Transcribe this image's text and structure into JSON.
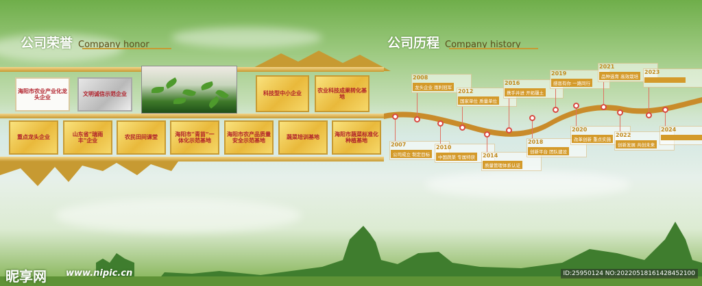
{
  "honor": {
    "title_cn": "公司荣誉",
    "title_en": "Company honor",
    "row1": [
      {
        "text": "海阳市农业产业化龙头企业",
        "style": "white"
      },
      {
        "text": "文明诚信示范企业",
        "style": "silver"
      },
      {
        "text": "科技型中小企业",
        "style": "gold"
      },
      {
        "text": "农业科技成果转化基地",
        "style": "gold"
      }
    ],
    "row2": [
      {
        "text": "重点龙头企业",
        "style": "gold"
      },
      {
        "text": "山东省“瑞雨丰”企业",
        "style": "gold"
      },
      {
        "text": "农民田间课堂",
        "style": "gold"
      },
      {
        "text": "海阳市“青苗”一体化示范基地",
        "style": "gold"
      },
      {
        "text": "海阳市农产品质量安全示范基地",
        "style": "gold"
      },
      {
        "text": "蔬菜培训基地",
        "style": "gold"
      },
      {
        "text": "海阳市蔬菜标准化种植基地",
        "style": "gold"
      }
    ]
  },
  "history": {
    "title_cn": "公司历程",
    "title_en": "Company history",
    "events": [
      {
        "year": "2007",
        "text": "公司成立 制定目标"
      },
      {
        "year": "2008",
        "text": "龙头企业 雨利冠军"
      },
      {
        "year": "2010",
        "text": "中国蔬菜 专属特获"
      },
      {
        "year": "2012",
        "text": "国家单位 质量单位"
      },
      {
        "year": "2014",
        "text": "质量管理体系认证"
      },
      {
        "year": "2016",
        "text": "携手并进 开拓疆土"
      },
      {
        "year": "2018",
        "text": "创新平台 团队建设"
      },
      {
        "year": "2019",
        "text": "感恩有你 一路同行"
      },
      {
        "year": "2020",
        "text": "改革创新 重点实施"
      },
      {
        "year": "2021",
        "text": "品种选育 高效栽培"
      },
      {
        "year": "2022",
        "text": "创新发展 共创未来"
      },
      {
        "year": "2023",
        "text": ""
      },
      {
        "year": "2024",
        "text": ""
      }
    ]
  },
  "watermark": {
    "logo": "昵享网",
    "url": "www.nipic.cn",
    "id": "ID:25950124 NO:20220518161428452100"
  }
}
